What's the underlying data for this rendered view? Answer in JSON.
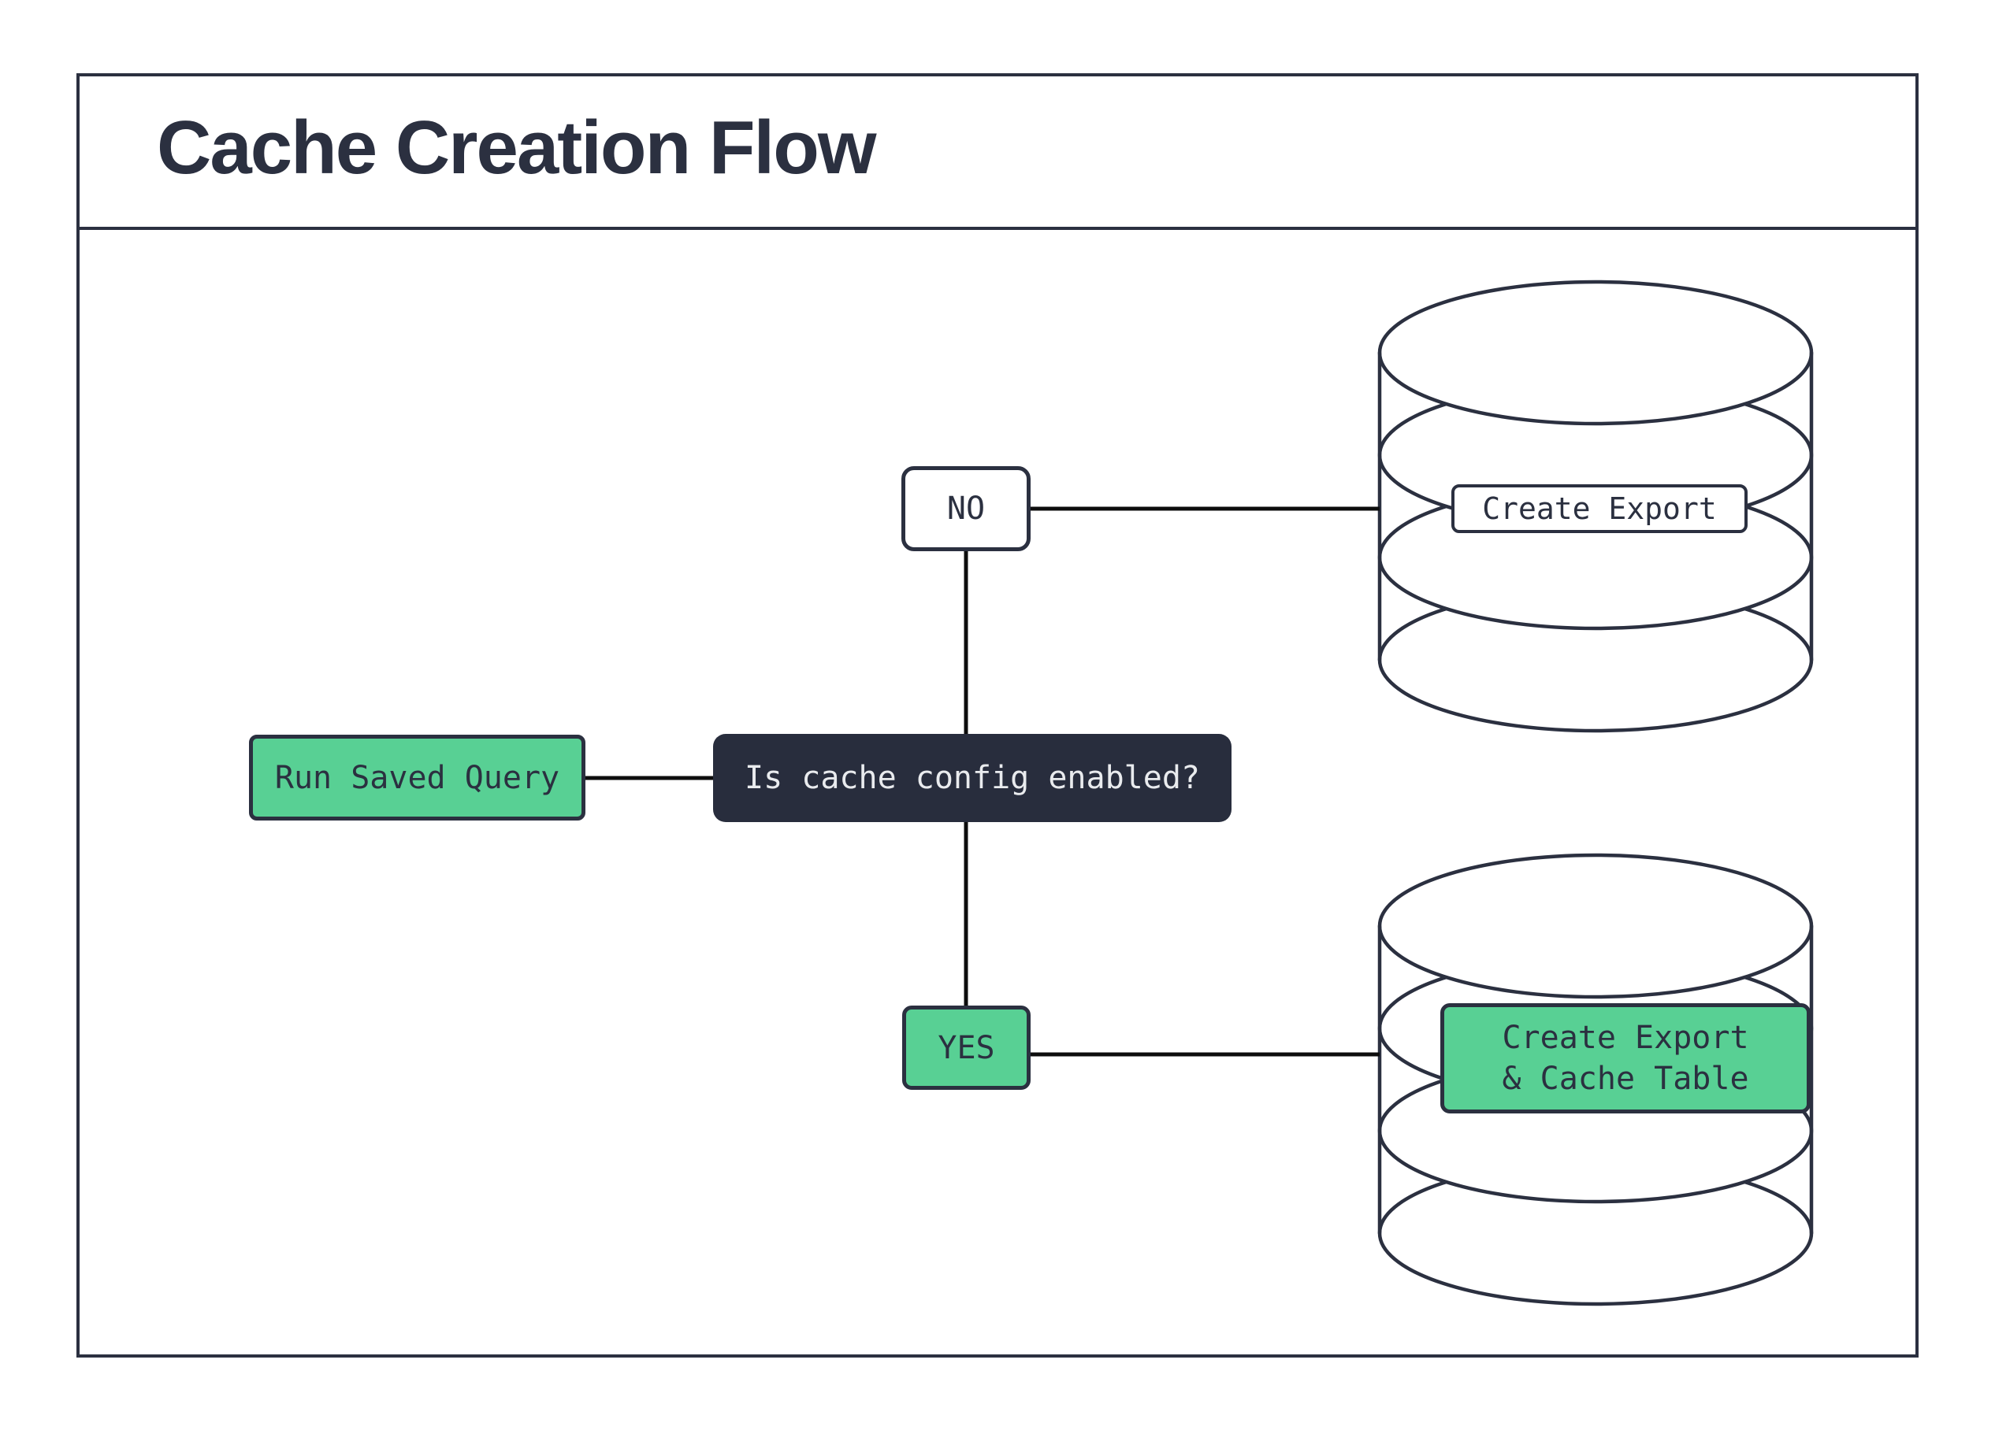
{
  "title": "Cache Creation Flow",
  "palette": {
    "ink": "#2b3040",
    "green": "#58d094",
    "decision_fill": "#282d3d",
    "connector": "#0d0d0d",
    "light_text": "#e9ebee",
    "background": "#ffffff"
  },
  "nodes": {
    "start": {
      "label": "Run Saved Query"
    },
    "decision": {
      "label": "Is cache config enabled?"
    },
    "branch_no": {
      "label": "NO"
    },
    "branch_yes": {
      "label": "YES"
    },
    "no_result": {
      "label": "Create Export"
    },
    "yes_result": {
      "line1": "Create Export",
      "line2": "& Cache Table"
    }
  },
  "icons": {
    "no_branch_target": "database-icon",
    "yes_branch_target": "database-icon"
  }
}
